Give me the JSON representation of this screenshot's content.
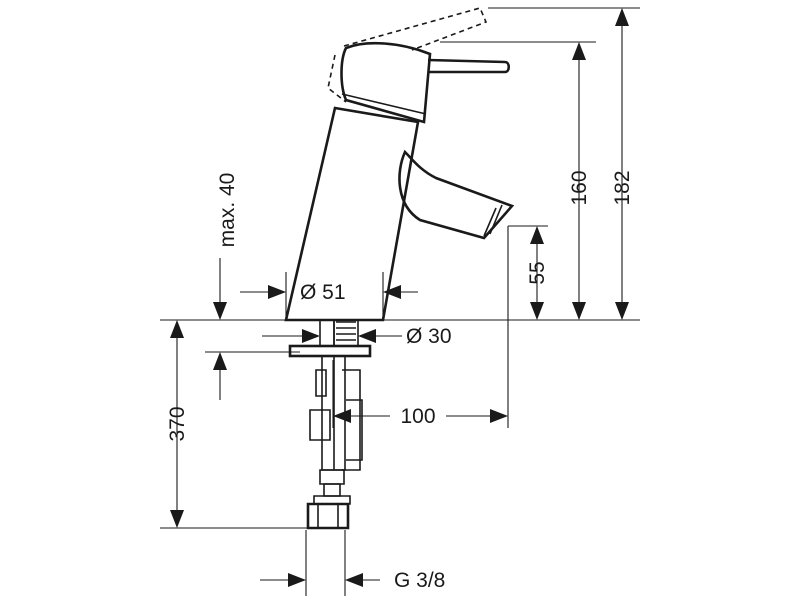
{
  "dimensions": {
    "height_182": "182",
    "height_160": "160",
    "spout_55": "55",
    "max_40": "max. 40",
    "diameter_51": "Ø 51",
    "diameter_30": "Ø 30",
    "reach_100": "100",
    "length_370": "370",
    "thread_g38": "G 3/8"
  },
  "colors": {
    "line": "#1a1a1a",
    "background": "#ffffff"
  }
}
